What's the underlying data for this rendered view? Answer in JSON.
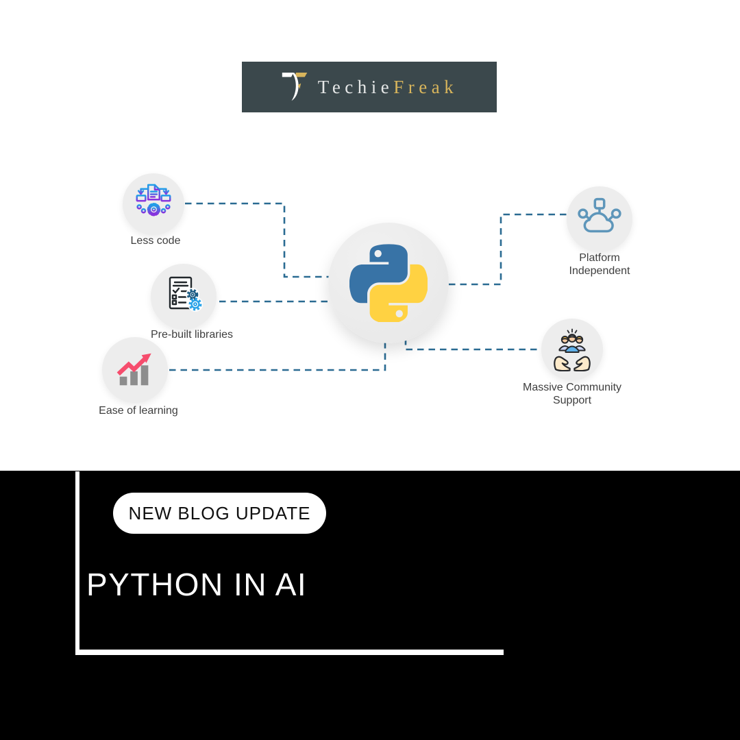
{
  "brand": {
    "name_techie": "Techie",
    "name_freak": "Freak",
    "banner_bg": "#3b484c",
    "gold": "#d8b55c",
    "silver": "#e5e7e7"
  },
  "diagram": {
    "connector_color": "#2a6b92",
    "center": {
      "icon": "python-logo",
      "blue": "#3873a6",
      "yellow": "#ffd242"
    },
    "features": [
      {
        "label": "Less code"
      },
      {
        "label": "Pre-built libraries"
      },
      {
        "label": "Ease of learning"
      },
      {
        "label_line1": "Platform",
        "label_line2": "Independent"
      },
      {
        "label_line1": "Massive Community",
        "label_line2": "Support"
      }
    ]
  },
  "banner": {
    "badge_label": "NEW BLOG UPDATE",
    "title": "PYTHON IN AI",
    "bg": "#000000",
    "frame_color": "#ffffff"
  }
}
